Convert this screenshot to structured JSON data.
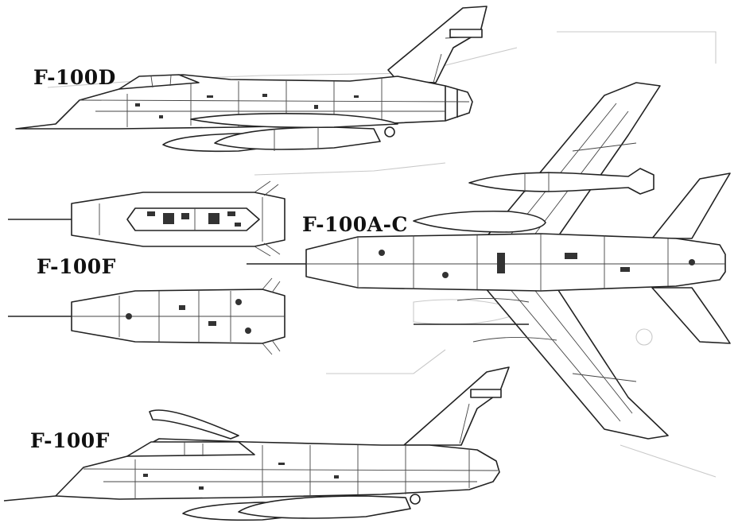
{
  "labels": {
    "f100d": "F-100D",
    "f100f_top": "F-100F",
    "f100ac": "F-100A-C",
    "f100f_bottom": "F-100F"
  },
  "colors": {
    "line": "#222222",
    "ghost": "#c9c9c9",
    "paper": "#ffffff"
  }
}
